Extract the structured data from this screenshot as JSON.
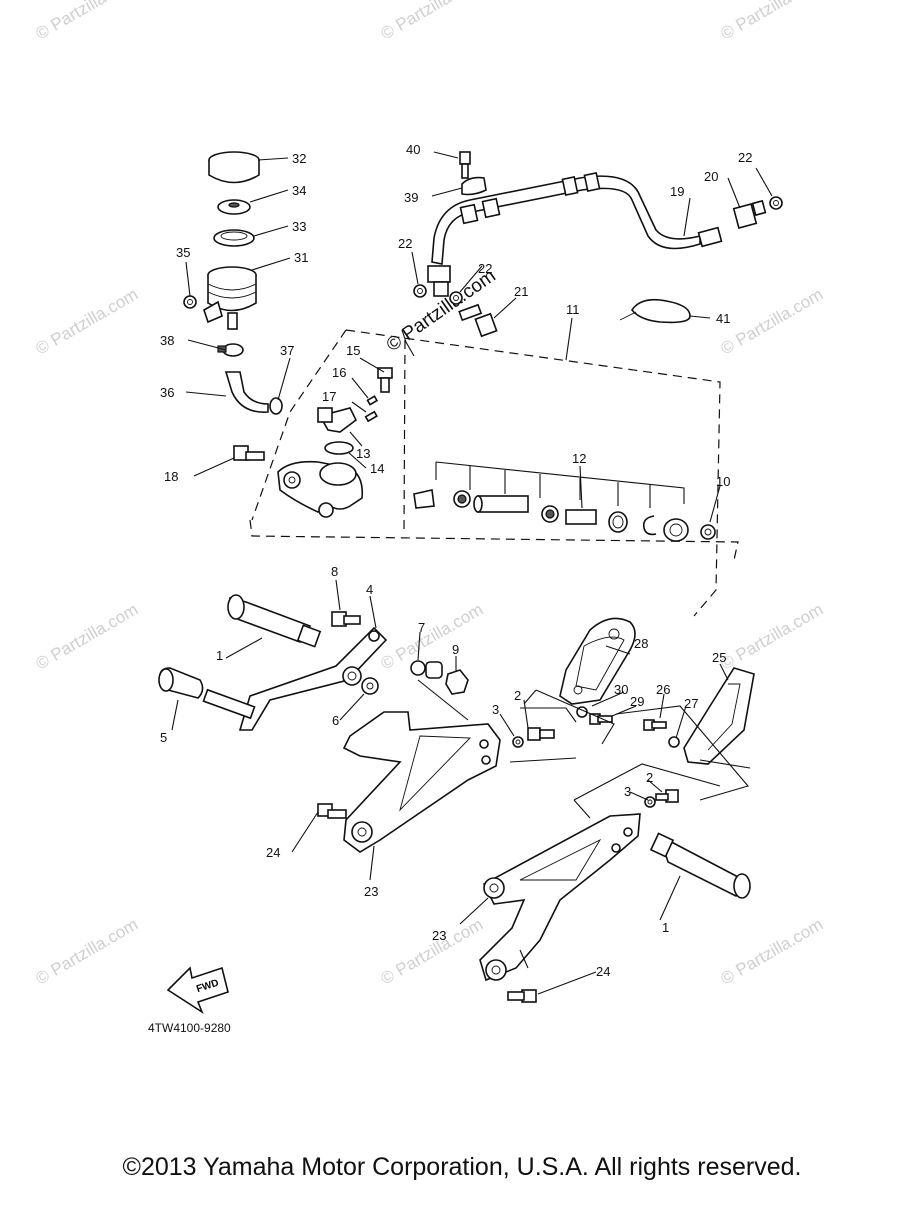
{
  "watermark": "© Partzilla.com",
  "diagram_code": "4TW4100-9280",
  "fwd_label": "FWD",
  "copyright": "©2013 Yamaha Motor Corporation, U.S.A. All rights reserved.",
  "callouts": {
    "c1a": "1",
    "c1b": "1",
    "c2a": "2",
    "c2b": "2",
    "c3a": "3",
    "c3b": "3",
    "c4": "4",
    "c5": "5",
    "c6": "6",
    "c7": "7",
    "c8": "8",
    "c9": "9",
    "c10": "10",
    "c11": "11",
    "c12": "12",
    "c13": "13",
    "c14": "14",
    "c15": "15",
    "c16": "16",
    "c17": "17",
    "c18": "18",
    "c19": "19",
    "c20": "20",
    "c21": "21",
    "c22a": "22",
    "c22b": "22",
    "c22c": "22",
    "c23a": "23",
    "c23b": "23",
    "c24a": "24",
    "c24b": "24",
    "c25": "25",
    "c26": "26",
    "c27": "27",
    "c28": "28",
    "c29": "29",
    "c30": "30",
    "c31": "31",
    "c32": "32",
    "c33": "33",
    "c34": "34",
    "c35": "35",
    "c36": "36",
    "c37": "37",
    "c38": "38",
    "c39": "39",
    "c40": "40",
    "c41": "41"
  }
}
